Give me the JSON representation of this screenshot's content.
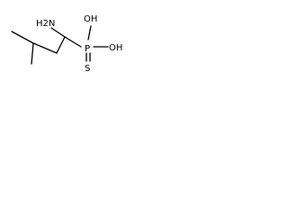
{
  "molecule": {
    "atoms": {
      "amino": "H2N",
      "phosphorus": "P",
      "hydroxyl_upper": "OH",
      "hydroxyl_right": "OH",
      "sulfur": "S"
    }
  }
}
